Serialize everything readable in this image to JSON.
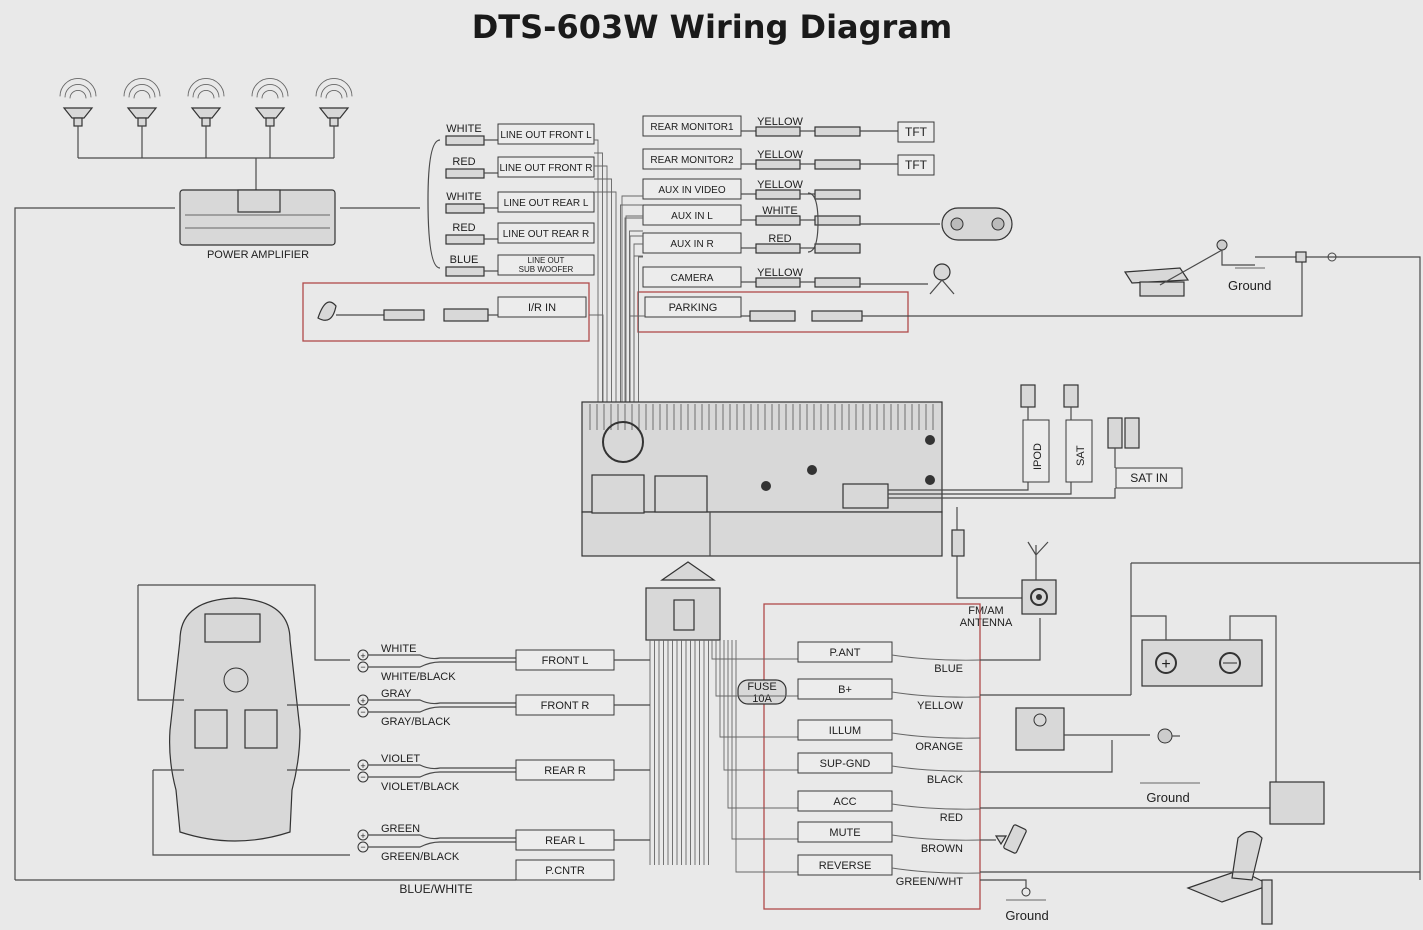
{
  "title": "DTS-603W Wiring Diagram",
  "power_amplifier": "POWER AMPLIFIER",
  "line_out": [
    {
      "color": "WHITE",
      "label": "LINE OUT FRONT L"
    },
    {
      "color": "RED",
      "label": "LINE OUT FRONT R"
    },
    {
      "color": "WHITE",
      "label": "LINE OUT REAR L"
    },
    {
      "color": "RED",
      "label": "LINE OUT REAR R"
    },
    {
      "color": "BLUE",
      "label": "LINE OUT SUB WOOFER"
    }
  ],
  "ir_in": "I/R IN",
  "video_inputs": [
    {
      "label": "REAR MONITOR1",
      "color": "YELLOW",
      "device": "TFT"
    },
    {
      "label": "REAR MONITOR2",
      "color": "YELLOW",
      "device": "TFT"
    },
    {
      "label": "AUX IN VIDEO",
      "color": "YELLOW"
    },
    {
      "label": "AUX IN L",
      "color": "WHITE"
    },
    {
      "label": "AUX IN R",
      "color": "RED"
    },
    {
      "label": "CAMERA",
      "color": "YELLOW"
    }
  ],
  "parking": "PARKING",
  "ground": "Ground",
  "ipod": "IPOD",
  "sat": "SAT",
  "sat_in": "SAT IN",
  "antenna": "FM/AM ANTENNA",
  "speakers": [
    {
      "label": "FRONT L",
      "pos": "WHITE",
      "neg": "WHITE/BLACK"
    },
    {
      "label": "FRONT R",
      "pos": "GRAY",
      "neg": "GRAY/BLACK"
    },
    {
      "label": "REAR R",
      "pos": "VIOLET",
      "neg": "VIOLET/BLACK"
    },
    {
      "label": "REAR L",
      "pos": "GREEN",
      "neg": "GREEN/BLACK"
    }
  ],
  "p_cntr": "P.CNTR",
  "blue_white": "BLUE/WHITE",
  "fuse": {
    "line1": "FUSE",
    "line2": "10A"
  },
  "power_wires": [
    {
      "label": "P.ANT",
      "color": "BLUE"
    },
    {
      "label": "B+",
      "color": "YELLOW"
    },
    {
      "label": "ILLUM",
      "color": "ORANGE"
    },
    {
      "label": "SUP-GND",
      "color": "BLACK"
    },
    {
      "label": "ACC",
      "color": "RED"
    },
    {
      "label": "MUTE",
      "color": "BROWN"
    },
    {
      "label": "REVERSE",
      "color": "GREEN/WHT"
    }
  ]
}
